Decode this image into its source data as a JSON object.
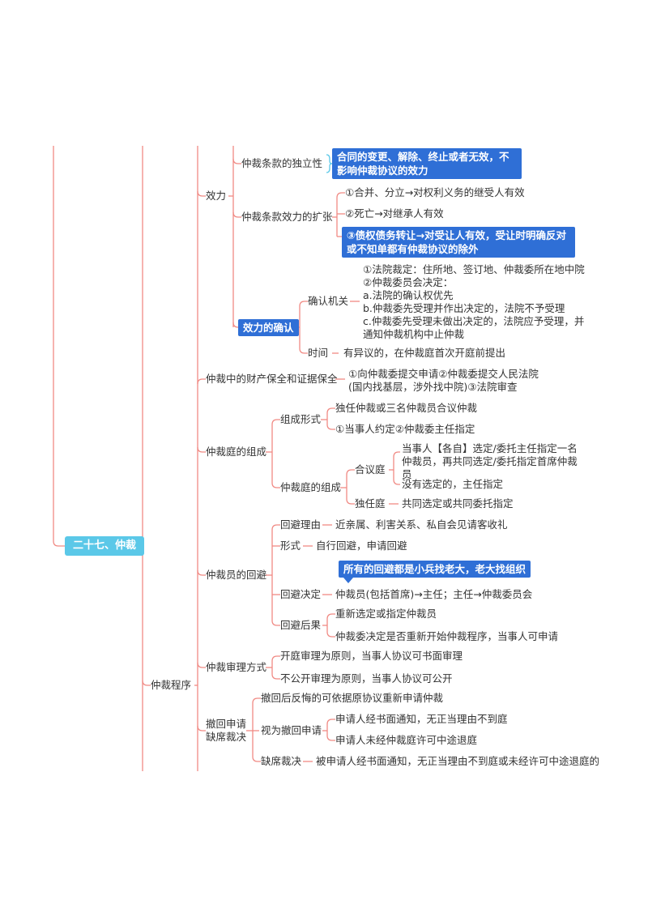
{
  "root": "二十七、仲裁",
  "procedure": "仲裁程序",
  "effect": {
    "label": "效力",
    "independence": "仲裁条款的独立性",
    "independence_note": "合同的变更、解除、终止或者无效，不影响仲裁协议的效力",
    "extension": "仲裁条款效力的扩张",
    "ext_items": [
      "①合并、分立→对权利义务的继受人有效",
      "②死亡→对继承人有效",
      "③债权债务转让→对受让人有效，受让时明确反对或不知单都有仲裁协议的除外"
    ],
    "confirm": "效力的确认",
    "confirm_body": "确认机关",
    "confirm_body_lines": [
      "①法院裁定：住所地、签订地、仲裁委所在地中院",
      "②仲裁委员会决定：",
      "a.法院的确认权优先",
      "b.仲裁委先受理并作出决定的，法院不予受理",
      "c.仲裁委先受理未做出决定的，法院应予受理，并",
      "通知仲裁机构中止仲裁"
    ],
    "time": "时间",
    "time_note": "有异议的，在仲裁庭首次开庭前提出"
  },
  "preservation": {
    "label": "仲裁中的财产保全和证据保全",
    "lines": [
      "①向仲裁委提交申请②仲裁委提交人民法院",
      "(国内找基层，涉外找中院)③法院审查"
    ]
  },
  "tribunal": {
    "label": "仲裁庭的组成",
    "form": "组成形式",
    "form_items": [
      "独任仲裁或三名仲裁员合议仲裁",
      "①当事人约定②仲裁委主任指定"
    ],
    "composition": "仲裁庭的组成",
    "collegiate": "合议庭",
    "collegiate_items": [
      "当事人【各自】选定/委托主任指定一名仲裁员，再共同选定/委托指定首席仲裁员",
      "没有选定的，主任指定"
    ],
    "sole": "独任庭",
    "sole_note": "共同选定或共同委托指定"
  },
  "recusal": {
    "label": "仲裁员的回避",
    "reason": "回避理由",
    "reason_note": "近亲属、利害关系、私自会见请客收礼",
    "form": "形式",
    "form_note": "自行回避，申请回避",
    "callout": "所有的回避都是小兵找老大，老大找组织",
    "decision": "回避决定",
    "decision_note": "仲裁员(包括首席)→主任；主任→仲裁委员会",
    "consequence": "回避后果",
    "consequence_items": [
      "重新选定或指定仲裁员",
      "仲裁委决定是否重新开始仲裁程序，当事人可申请"
    ]
  },
  "hearing": {
    "label": "仲裁审理方式",
    "items": [
      "开庭审理为原则，当事人协议可书面审理",
      "不公开审理为原则，当事人协议可公开"
    ]
  },
  "withdrawal": {
    "label": [
      "撤回申请",
      "缺席裁决"
    ],
    "regret": "撤回后反悔的可依据原协议重新申请仲裁",
    "deemed": "视为撤回申请",
    "deemed_items": [
      "申请人经书面通知，无正当理由不到庭",
      "申请人未经仲裁庭许可中途退庭"
    ],
    "default": "缺席裁决",
    "default_note": "被申请人经书面通知，无正当理由不到庭或未经许可中途退庭的"
  },
  "colors": {
    "line": "#f08a84",
    "highlight": "#2f6fd6",
    "root": "#5bc8e8",
    "brace": "#5bc8e8"
  }
}
